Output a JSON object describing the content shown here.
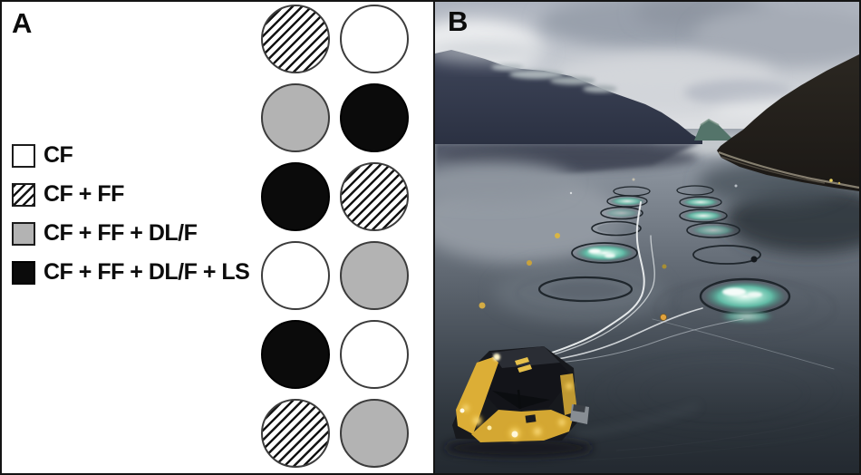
{
  "figure": {
    "panel_a": {
      "label": "A",
      "legend": [
        {
          "label": "CF",
          "fill": "white"
        },
        {
          "label": "CF + FF",
          "fill": "hatched"
        },
        {
          "label": "CF + FF + DL/F",
          "fill": "gray"
        },
        {
          "label": "CF + FF + DL/F + LS",
          "fill": "black"
        }
      ],
      "cage_grid": {
        "columns": 2,
        "rows": [
          [
            "hatched",
            "white"
          ],
          [
            "gray",
            "black"
          ],
          [
            "black",
            "hatched"
          ],
          [
            "white",
            "gray"
          ],
          [
            "black",
            "white"
          ],
          [
            "hatched",
            "gray"
          ]
        ]
      },
      "colors": {
        "white_fill": "#ffffff",
        "gray_fill": "#b3b3b3",
        "black_fill": "#0b0b0b",
        "circle_stroke": "#3c3c3c"
      }
    },
    "panel_b": {
      "label": "B",
      "photo_alt": "Aerial photograph of a fjord salmon farm: twelve circular sea cages in two columns, several glowing teal from underwater lights, a feed barge with yellow deck lights in the foreground, white feed pipes running to the cages, dark mountains on both sides under an overcast sky",
      "colors": {
        "sky": "#c9cdd4",
        "water_dark": "#262c33",
        "pen_glow": "#7fd2bf",
        "barge_lights": "#e8bc40"
      }
    }
  }
}
